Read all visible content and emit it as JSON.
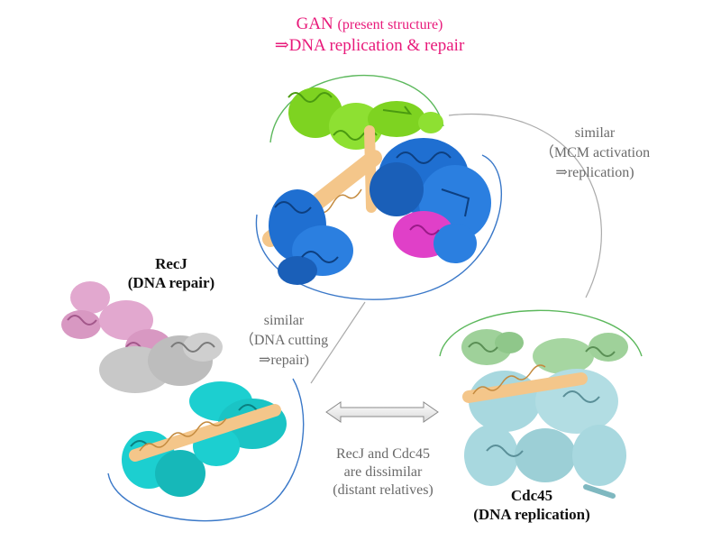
{
  "labels": {
    "gan_name": "GAN",
    "gan_note": "(present structure)",
    "gan_function": "⇒DNA replication & repair",
    "recj_name": "RecJ",
    "recj_function": "(DNA repair)",
    "cdc45_name": "Cdc45",
    "cdc45_function": "(DNA replication)",
    "sim_right_1": "similar",
    "sim_right_2": "（MCM activation",
    "sim_right_3": "⇒replication)",
    "sim_left_1": "similar",
    "sim_left_2": "（DNA cutting",
    "sim_left_3": "⇒repair)",
    "dissim_1": "RecJ and Cdc45",
    "dissim_2": "are dissimilar",
    "dissim_3": "(distant relatives)"
  },
  "colors": {
    "title": "#e8197a",
    "gan_top_domain": "#7ed321",
    "gan_main_domain": "#1f6fd1",
    "gan_pink": "#e040c8",
    "linker": "#f4c68a",
    "recj_pink": "#e2a8cf",
    "recj_gray": "#bdbdbd",
    "recj_cyan": "#1ccfd0",
    "cdc45_green": "#9fd19a",
    "cdc45_blue": "#a8d8df",
    "arc_green": "#5cb85c",
    "arc_blue": "#3a78c8",
    "connector": "#aaaaaa"
  },
  "icons": {
    "double_arrow": "double-headed-arrow-icon"
  }
}
